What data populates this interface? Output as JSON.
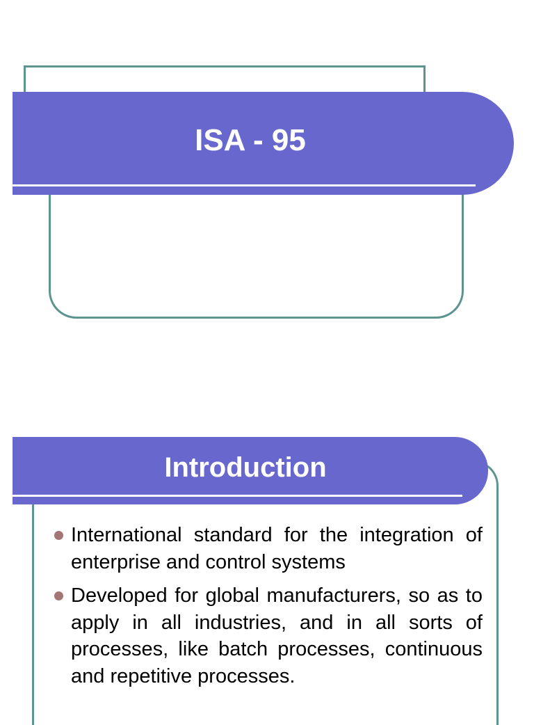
{
  "slides": [
    {
      "title": "ISA - 95"
    },
    {
      "heading": "Introduction",
      "bullets": [
        "International standard for the integration of enterprise and control systems",
        "Developed for global manufacturers, so as to apply in all industries, and in all sorts of processes, like batch processes, continuous and repetitive processes."
      ]
    }
  ],
  "colors": {
    "band": "#6767cd",
    "frame": "#5e9490",
    "bullet": "#a37575"
  }
}
